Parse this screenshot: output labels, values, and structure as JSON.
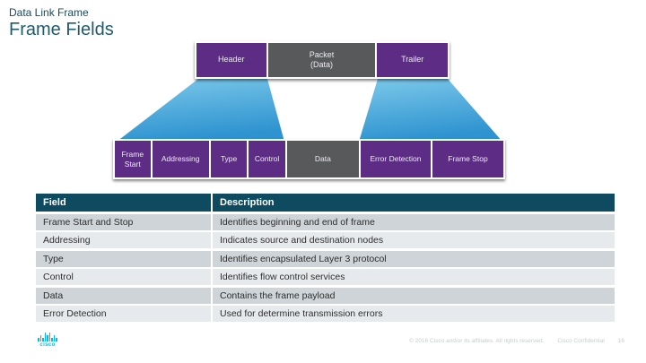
{
  "slide": {
    "kicker": "Data Link Frame",
    "title": "Frame Fields"
  },
  "diagram": {
    "top_row": [
      {
        "label": "Header"
      },
      {
        "label": "Packet",
        "sublabel": "(Data)"
      },
      {
        "label": "Trailer"
      }
    ],
    "bottom_row": [
      {
        "label": "Frame Start"
      },
      {
        "label": "Addressing"
      },
      {
        "label": "Type"
      },
      {
        "label": "Control"
      },
      {
        "label": "Data"
      },
      {
        "label": "Error Detection"
      },
      {
        "label": "Frame Stop"
      }
    ]
  },
  "table": {
    "headers": [
      "Field",
      "Description"
    ],
    "rows": [
      {
        "field": "Frame Start and Stop",
        "description": "Identifies beginning and end of frame"
      },
      {
        "field": "Addressing",
        "description": "Indicates source and destination nodes"
      },
      {
        "field": "Type",
        "description": "Identifies encapsulated Layer 3 protocol"
      },
      {
        "field": "Control",
        "description": "Identifies flow control services"
      },
      {
        "field": "Data",
        "description": "Contains the frame payload"
      },
      {
        "field": "Error Detection",
        "description": "Used for determine transmission errors"
      }
    ]
  },
  "footer": {
    "logo_icon": "cisco-logo",
    "logo_text": "cisco",
    "copyright": "© 2016 Cisco and/or its affiliates. All rights reserved.",
    "confidential": "Cisco Confidential",
    "page_number": "16"
  },
  "colors": {
    "box_purple": "#5d2c85",
    "box_gray": "#58595b",
    "trapezoid_blue_top": "#7cc9ea",
    "trapezoid_blue_bottom": "#2e93d0",
    "table_header_teal": "#0e4a60",
    "row_dark": "#ced4d7",
    "row_light": "#e7eaec",
    "title_teal": "#1e5b6e",
    "cisco_blue": "#00bceb"
  }
}
